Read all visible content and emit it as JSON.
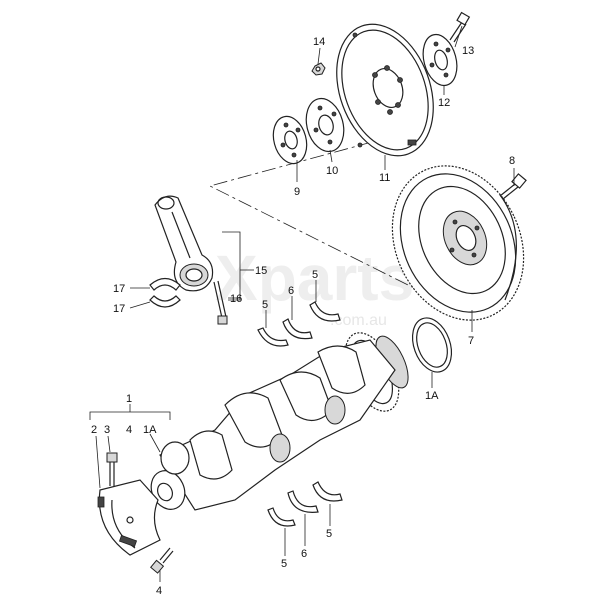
{
  "diagram": {
    "watermark": "Xparts",
    "watermark_sub": ".com.au",
    "labels": [
      {
        "id": "14",
        "text": "14"
      },
      {
        "id": "13",
        "text": "13"
      },
      {
        "id": "12",
        "text": "12"
      },
      {
        "id": "11",
        "text": "11"
      },
      {
        "id": "10",
        "text": "10"
      },
      {
        "id": "9",
        "text": "9"
      },
      {
        "id": "8",
        "text": "8"
      },
      {
        "id": "7",
        "text": "7"
      },
      {
        "id": "15",
        "text": "15"
      },
      {
        "id": "17a",
        "text": "17"
      },
      {
        "id": "17b",
        "text": "17"
      },
      {
        "id": "16",
        "text": "16"
      },
      {
        "id": "5a",
        "text": "5"
      },
      {
        "id": "6a",
        "text": "6"
      },
      {
        "id": "5b",
        "text": "5"
      },
      {
        "id": "1A_right",
        "text": "1A"
      },
      {
        "id": "1",
        "text": "1"
      },
      {
        "id": "2",
        "text": "2"
      },
      {
        "id": "3",
        "text": "3"
      },
      {
        "id": "4a",
        "text": "4"
      },
      {
        "id": "1A_left",
        "text": "1A"
      },
      {
        "id": "4b",
        "text": "4"
      },
      {
        "id": "5c",
        "text": "5"
      },
      {
        "id": "6b",
        "text": "6"
      },
      {
        "id": "5d",
        "text": "5"
      }
    ]
  }
}
